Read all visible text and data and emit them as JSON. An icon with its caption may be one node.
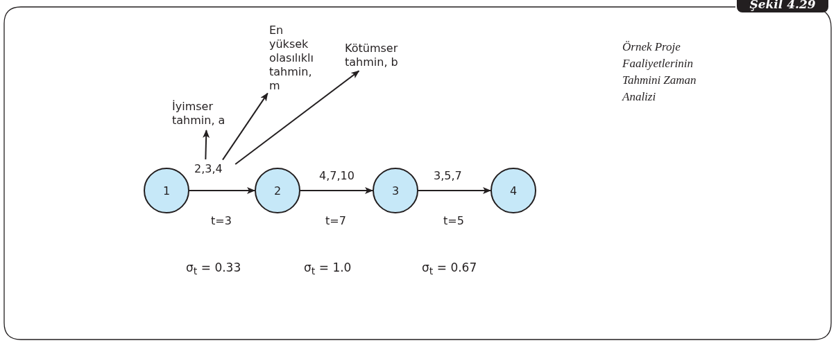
{
  "diagram": {
    "title": "Şekil 4.29",
    "caption": "Örnek Proje Faaliyetlerinin Tahmini Zaman Analizi",
    "nodes": [
      {
        "text": [
          "1"
        ]
      },
      {
        "text": [
          "2"
        ]
      },
      {
        "text": [
          "3"
        ]
      },
      {
        "text": [
          "4"
        ]
      },
      {
        "text": [
          "2,3,4"
        ]
      },
      {
        "text": [
          "İyimser tahmin, a"
        ]
      },
      {
        "text": [
          "En yüksek olasılıklı tahmin, m"
        ]
      },
      {
        "text": [
          "Kötümser tahmin, b"
        ]
      }
    ],
    "edges": [
      {
        "from": 0,
        "to": 1,
        "arrow": "to",
        "label": "t=3"
      },
      {
        "from": 1,
        "to": 2,
        "arrow": "to",
        "label": "t=7"
      },
      {
        "from": 2,
        "to": 3,
        "arrow": "to",
        "label": "t=5"
      },
      {
        "from": 4,
        "to": 5,
        "arrow": "to"
      },
      {
        "from": 4,
        "to": 6,
        "arrow": "to"
      },
      {
        "from": 4,
        "to": 7,
        "arrow": "to"
      }
    ],
    "labels": [
      "4,7,10",
      "3,5,7",
      "σ$_{t}$ = 0.33",
      "σ$_{t}$ = 1.0",
      "σ$_{t}$ = 0.67"
    ]
  }
}
